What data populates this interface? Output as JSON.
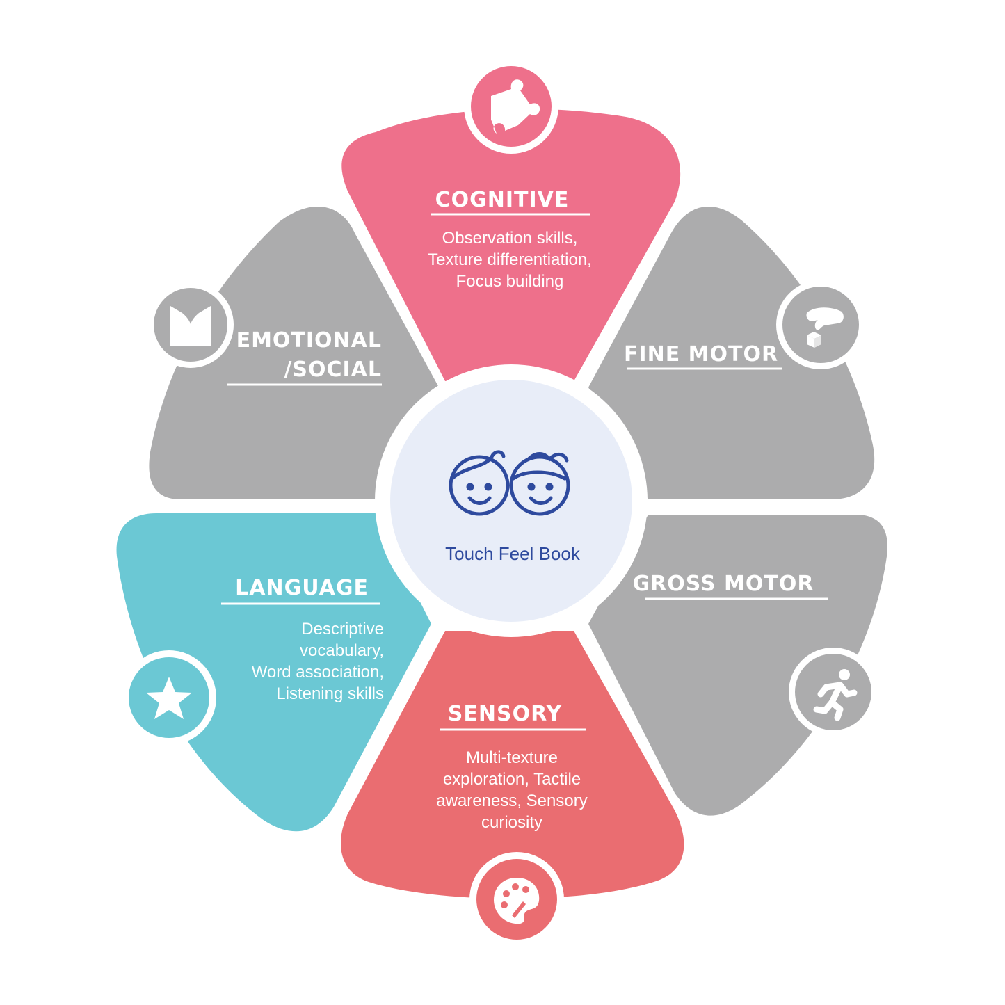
{
  "center": {
    "title": "Touch Feel Book",
    "icon": "two-kids-faces-icon"
  },
  "colors": {
    "cognitive": "#ee708b",
    "sensory": "#ea6d71",
    "language": "#6bc8d4",
    "grey": "#acacad",
    "center_fill": "#e8edf8",
    "center_text": "#2e4a9e"
  },
  "segments": {
    "cognitive": {
      "title": "COGNITIVE",
      "lines": [
        "Observation skills,",
        "Texture differentiation,",
        "Focus building"
      ],
      "icon": "puzzle-icon"
    },
    "fine_motor": {
      "title": "FINE MOTOR",
      "icon": "hand-picking-block-icon"
    },
    "gross_motor": {
      "title": "GROSS MOTOR",
      "icon": "running-person-icon"
    },
    "sensory": {
      "title": "SENSORY",
      "lines": [
        "Multi-texture",
        "exploration, Tactile",
        "awareness, Sensory",
        "curiosity"
      ],
      "icon": "paint-palette-icon"
    },
    "language": {
      "title": "LANGUAGE",
      "lines": [
        "Descriptive",
        "vocabulary,",
        "Word association,",
        "Listening skills"
      ],
      "icon": "star-icon"
    },
    "emotional": {
      "title_line1": "EMOTIONAL",
      "title_line2": "/SOCIAL",
      "icon": "open-book-icon"
    }
  }
}
